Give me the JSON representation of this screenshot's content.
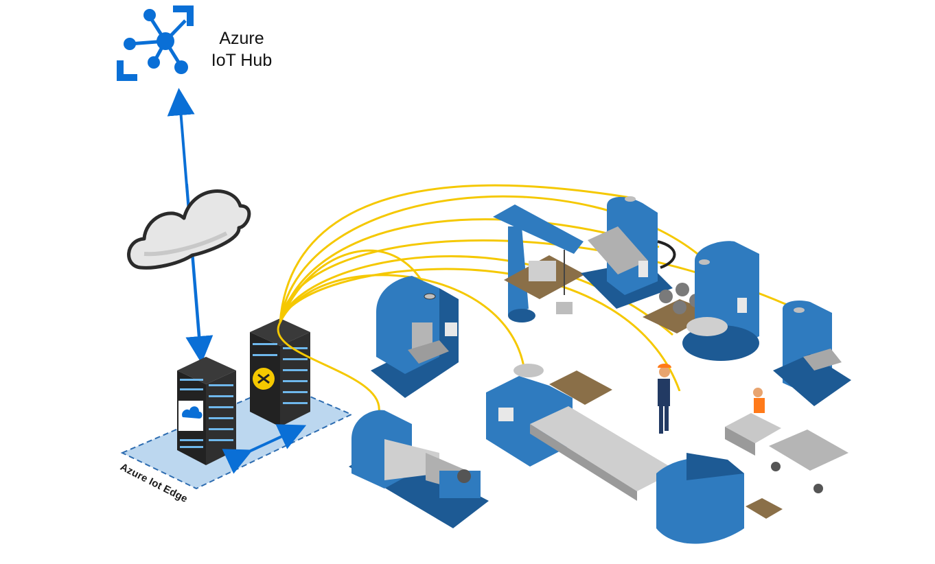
{
  "hub": {
    "title_line1": "Azure",
    "title_line2": "IoT Hub",
    "icon": "azure-iot-hub-icon"
  },
  "edge": {
    "label": "Azure Iot Edge"
  },
  "colors": {
    "azure_blue": "#0a6fd6",
    "machine_blue": "#2f7bbf",
    "machine_dark": "#1d5a94",
    "cable_yellow": "#f5c800",
    "server_dark": "#2b2b2b",
    "edge_zone": "#bcd7ef"
  },
  "icons": [
    "cloud-icon",
    "server-rack-icon",
    "azure-iot-hub-icon",
    "worker-icon",
    "forklift-icon"
  ]
}
